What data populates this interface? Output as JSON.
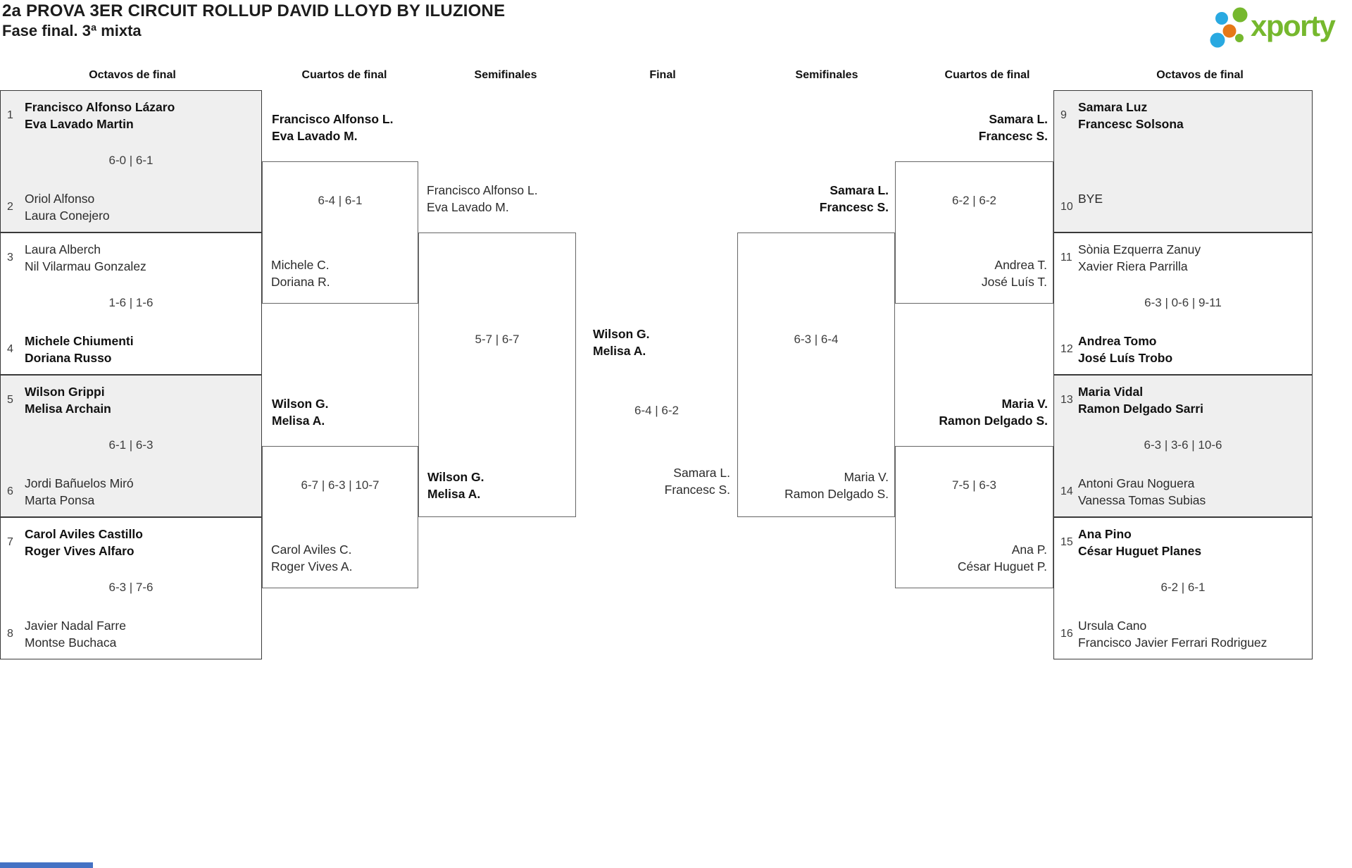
{
  "header": {
    "title": "2a PROVA 3ER CIRCUIT ROLLUP DAVID LLOYD BY ILUZIONE",
    "subtitle": "Fase final. 3ª mixta",
    "logo_text": "xporty",
    "brand_colors": {
      "green": "#76b82e",
      "blue": "#29a9e1",
      "orange": "#e67817"
    }
  },
  "columns": [
    "Octavos de final",
    "Cuartos de final",
    "Semifinales",
    "Final",
    "Semifinales",
    "Cuartos de final",
    "Octavos de final"
  ],
  "r16_left": [
    {
      "top_seed": "1",
      "top_p1": "Francisco Alfonso Lázaro",
      "top_p2": "Eva Lavado Martin",
      "score": "6-0 | 6-1",
      "bot_seed": "2",
      "bot_p1": "Oriol Alfonso",
      "bot_p2": "Laura Conejero"
    },
    {
      "top_seed": "3",
      "top_p1": "Laura Alberch",
      "top_p2": "Nil Vilarmau Gonzalez",
      "score": "1-6 | 1-6",
      "bot_seed": "4",
      "bot_p1": "Michele Chiumenti",
      "bot_p2": "Doriana Russo"
    },
    {
      "top_seed": "5",
      "top_p1": "Wilson Grippi",
      "top_p2": "Melisa Archain",
      "score": "6-1 | 6-3",
      "bot_seed": "6",
      "bot_p1": "Jordi Bañuelos Miró",
      "bot_p2": "Marta Ponsa"
    },
    {
      "top_seed": "7",
      "top_p1": "Carol Aviles Castillo",
      "top_p2": "Roger Vives Alfaro",
      "score": "6-3 | 7-6",
      "bot_seed": "8",
      "bot_p1": "Javier Nadal Farre",
      "bot_p2": "Montse Buchaca"
    }
  ],
  "qf_left": [
    {
      "top_p1": "Francisco Alfonso L.",
      "top_p2": "Eva Lavado M.",
      "score": "6-4 | 6-1",
      "bot_p1": "Michele C.",
      "bot_p2": "Doriana R."
    },
    {
      "top_p1": "Wilson G.",
      "top_p2": "Melisa A.",
      "score": "6-7 | 6-3 | 10-7",
      "bot_p1": "Carol Aviles C.",
      "bot_p2": "Roger Vives A."
    }
  ],
  "sf_left": {
    "top_p1": "Francisco Alfonso L.",
    "top_p2": "Eva Lavado M.",
    "score": "5-7 | 6-7",
    "bot_p1": "Wilson G.",
    "bot_p2": "Melisa A."
  },
  "final": {
    "top_p1": "Wilson G.",
    "top_p2": "Melisa A.",
    "score": "6-4 | 6-2",
    "bot_p1": "Samara L.",
    "bot_p2": "Francesc S."
  },
  "sf_right": {
    "top_p1": "Samara L.",
    "top_p2": "Francesc S.",
    "score": "6-3 | 6-4",
    "bot_p1": "Maria V.",
    "bot_p2": "Ramon Delgado S."
  },
  "qf_right": [
    {
      "top_p1": "Samara L.",
      "top_p2": "Francesc S.",
      "score": "6-2 | 6-2",
      "bot_p1": "Andrea T.",
      "bot_p2": "José Luís T."
    },
    {
      "top_p1": "Maria V.",
      "top_p2": "Ramon Delgado S.",
      "score": "7-5 | 6-3",
      "bot_p1": "Ana P.",
      "bot_p2": "César Huguet P."
    }
  ],
  "r16_right": [
    {
      "top_seed": "9",
      "top_p1": "Samara Luz",
      "top_p2": "Francesc Solsona",
      "score": "",
      "bot_seed": "10",
      "bot_p1": "BYE",
      "bot_p2": ""
    },
    {
      "top_seed": "11",
      "top_p1": "Sònia Ezquerra Zanuy",
      "top_p2": "Xavier Riera Parrilla",
      "score": "6-3 | 0-6 | 9-11",
      "bot_seed": "12",
      "bot_p1": "Andrea Tomo",
      "bot_p2": "José Luís Trobo"
    },
    {
      "top_seed": "13",
      "top_p1": "Maria Vidal",
      "top_p2": "Ramon Delgado Sarri",
      "score": "6-3 | 3-6 | 10-6",
      "bot_seed": "14",
      "bot_p1": "Antoni Grau Noguera",
      "bot_p2": "Vanessa Tomas Subias"
    },
    {
      "top_seed": "15",
      "top_p1": "Ana Pino",
      "top_p2": "César Huguet Planes",
      "score": "6-2 | 6-1",
      "bot_seed": "16",
      "bot_p1": "Ursula Cano",
      "bot_p2": "Francisco Javier Ferrari Rodriguez"
    }
  ]
}
